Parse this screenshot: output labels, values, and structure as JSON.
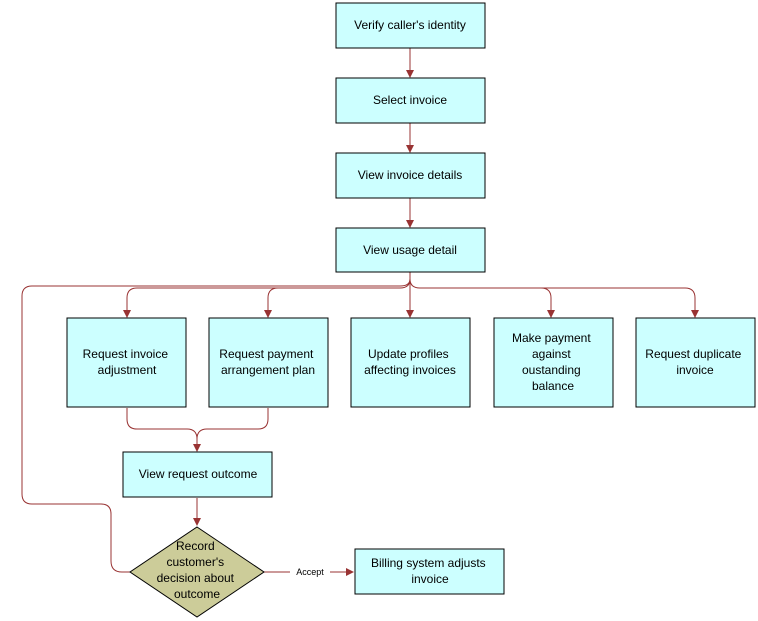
{
  "colors": {
    "box_fill": "#ccffff",
    "decision_fill": "#cccc99",
    "connector": "#993333",
    "outline": "#000000"
  },
  "nodes": {
    "verify": [
      "Verify caller's identity"
    ],
    "select": [
      "Select invoice"
    ],
    "details": [
      "View invoice details"
    ],
    "usage": [
      "View usage detail"
    ],
    "adjust": [
      "Request invoice",
      "adjustment"
    ],
    "payplan": [
      "Request payment",
      "arrangement plan"
    ],
    "profiles": [
      "Update profiles",
      "affecting invoices"
    ],
    "payment": [
      "Make payment",
      "against",
      "oustanding",
      "balance"
    ],
    "duplicate": [
      "Request duplicate",
      "invoice"
    ],
    "outcome": [
      "View request outcome"
    ],
    "decision": [
      "Record",
      "customer's",
      "decision about",
      "outcome"
    ],
    "billing": [
      "Billing system adjusts",
      "invoice"
    ]
  },
  "edges": [
    {
      "from": "verify",
      "to": "select",
      "label": ""
    },
    {
      "from": "select",
      "to": "details",
      "label": ""
    },
    {
      "from": "details",
      "to": "usage",
      "label": ""
    },
    {
      "from": "usage",
      "to": "adjust",
      "label": ""
    },
    {
      "from": "usage",
      "to": "payplan",
      "label": ""
    },
    {
      "from": "usage",
      "to": "profiles",
      "label": ""
    },
    {
      "from": "usage",
      "to": "payment",
      "label": ""
    },
    {
      "from": "usage",
      "to": "duplicate",
      "label": ""
    },
    {
      "from": "usage",
      "to": "decision",
      "label": ""
    },
    {
      "from": "adjust",
      "to": "outcome",
      "label": ""
    },
    {
      "from": "payplan",
      "to": "outcome",
      "label": ""
    },
    {
      "from": "outcome",
      "to": "decision",
      "label": ""
    },
    {
      "from": "decision",
      "to": "billing",
      "label": "Accept"
    }
  ]
}
